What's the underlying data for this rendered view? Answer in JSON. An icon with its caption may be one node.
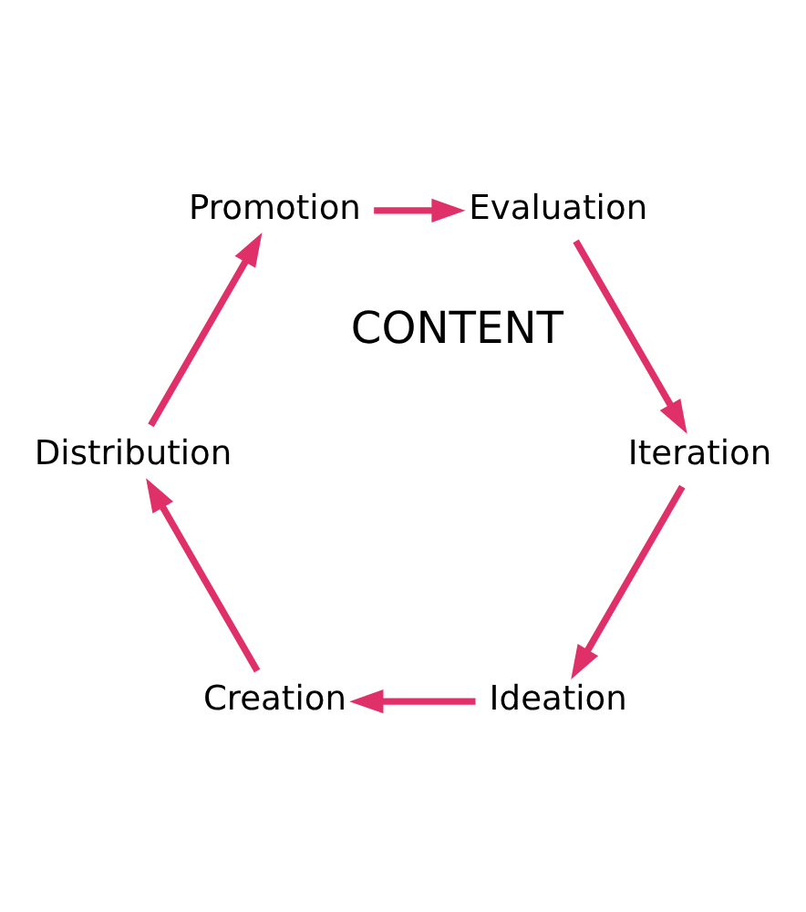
{
  "diagram": {
    "nodes": [
      {
        "text": [
          "Ideation"
        ]
      },
      {
        "text": [
          "Creation"
        ]
      },
      {
        "text": [
          "Distribution"
        ]
      },
      {
        "text": [
          "Promotion"
        ]
      },
      {
        "text": [
          "Evaluation"
        ]
      },
      {
        "text": [
          "Iteration"
        ]
      }
    ],
    "edges": [
      {
        "from": 0,
        "to": 1,
        "arrow": "to"
      },
      {
        "from": 1,
        "to": 2,
        "arrow": "to"
      },
      {
        "from": 2,
        "to": 3,
        "arrow": "to"
      },
      {
        "from": 3,
        "to": 4,
        "arrow": "to"
      },
      {
        "from": 4,
        "to": 5,
        "arrow": "to"
      },
      {
        "from": 5,
        "to": 0,
        "arrow": "to"
      }
    ],
    "labels": [
      "CONTENT"
    ]
  }
}
